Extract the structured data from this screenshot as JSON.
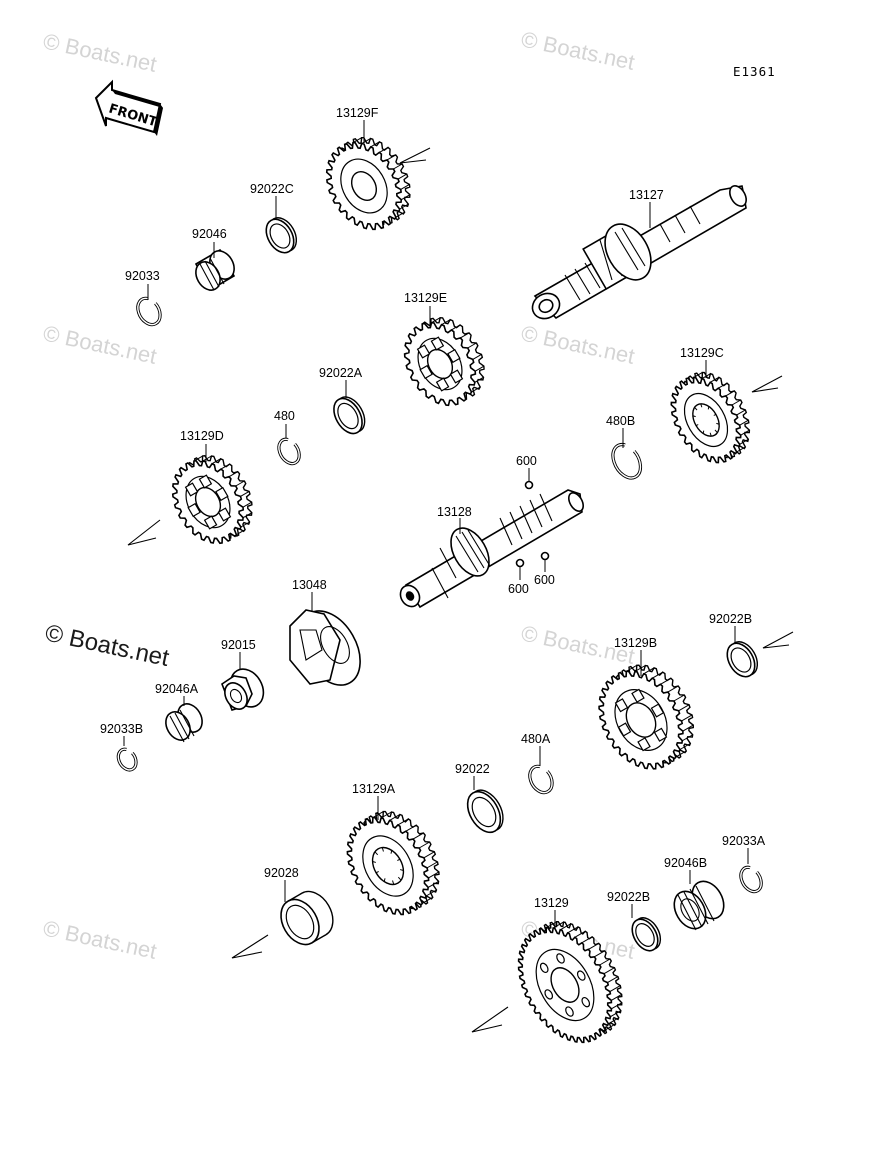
{
  "diagram_code": "E1361",
  "front_label": "FRONT",
  "watermark_text": "© Boats.net",
  "parts": {
    "p13129F": "13129F",
    "p92022C": "92022C",
    "p92046": "92046",
    "p92033": "92033",
    "p13127": "13127",
    "p13129E": "13129E",
    "p92022A": "92022A",
    "p480": "480",
    "p13129D": "13129D",
    "p13129C": "13129C",
    "p480B": "480B",
    "p600a": "600",
    "p13128": "13128",
    "p600b": "600",
    "p600c": "600",
    "p13048": "13048",
    "p92015": "92015",
    "p92046A": "92046A",
    "p92033B": "92033B",
    "p92022B_top": "92022B",
    "p13129B": "13129B",
    "p480A": "480A",
    "p92022": "92022",
    "p13129A": "13129A",
    "p92028": "92028",
    "p92033A": "92033A",
    "p92046B": "92046B",
    "p92022B_bot": "92022B",
    "p13129": "13129"
  }
}
